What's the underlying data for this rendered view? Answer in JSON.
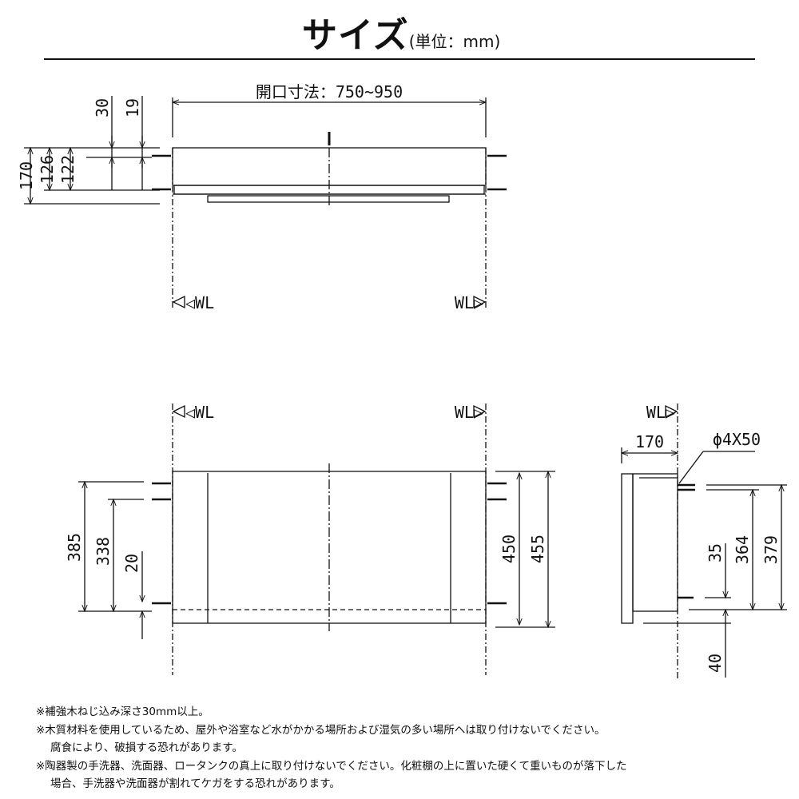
{
  "header": {
    "title": "サイズ",
    "unit": "(単位：mm)"
  },
  "top_view": {
    "opening": "開口寸法：750~950",
    "dims": [
      "170",
      "126",
      "122",
      "30",
      "19"
    ],
    "wl_left": "◁WL",
    "wl_right": "WL▷"
  },
  "front_view": {
    "wl_left": "◁WL",
    "wl_right": "WL▷",
    "dims_left": [
      "385",
      "338",
      "20"
    ],
    "dims_right": [
      "450",
      "455"
    ]
  },
  "side_view": {
    "wl": "WL▷",
    "depth": "170",
    "screw": "ϕ4X50",
    "dims": [
      "35",
      "364",
      "379",
      "40"
    ]
  },
  "notes": [
    "※補強木ねじ込み深さ30mm以上。",
    "※木質材料を使用しているため、屋外や浴室など水がかかる場所および湿気の多い場所へは取り付けないでください。",
    "腐食により、破損する恐れがあります。",
    "※陶器製の手洗器、洗面器、ロータンクの真上に取り付けないでください。化粧棚の上に置いた硬くて重いものが落下した",
    "場合、手洗器や洗面器が割れてケガをする恐れがあります。"
  ]
}
